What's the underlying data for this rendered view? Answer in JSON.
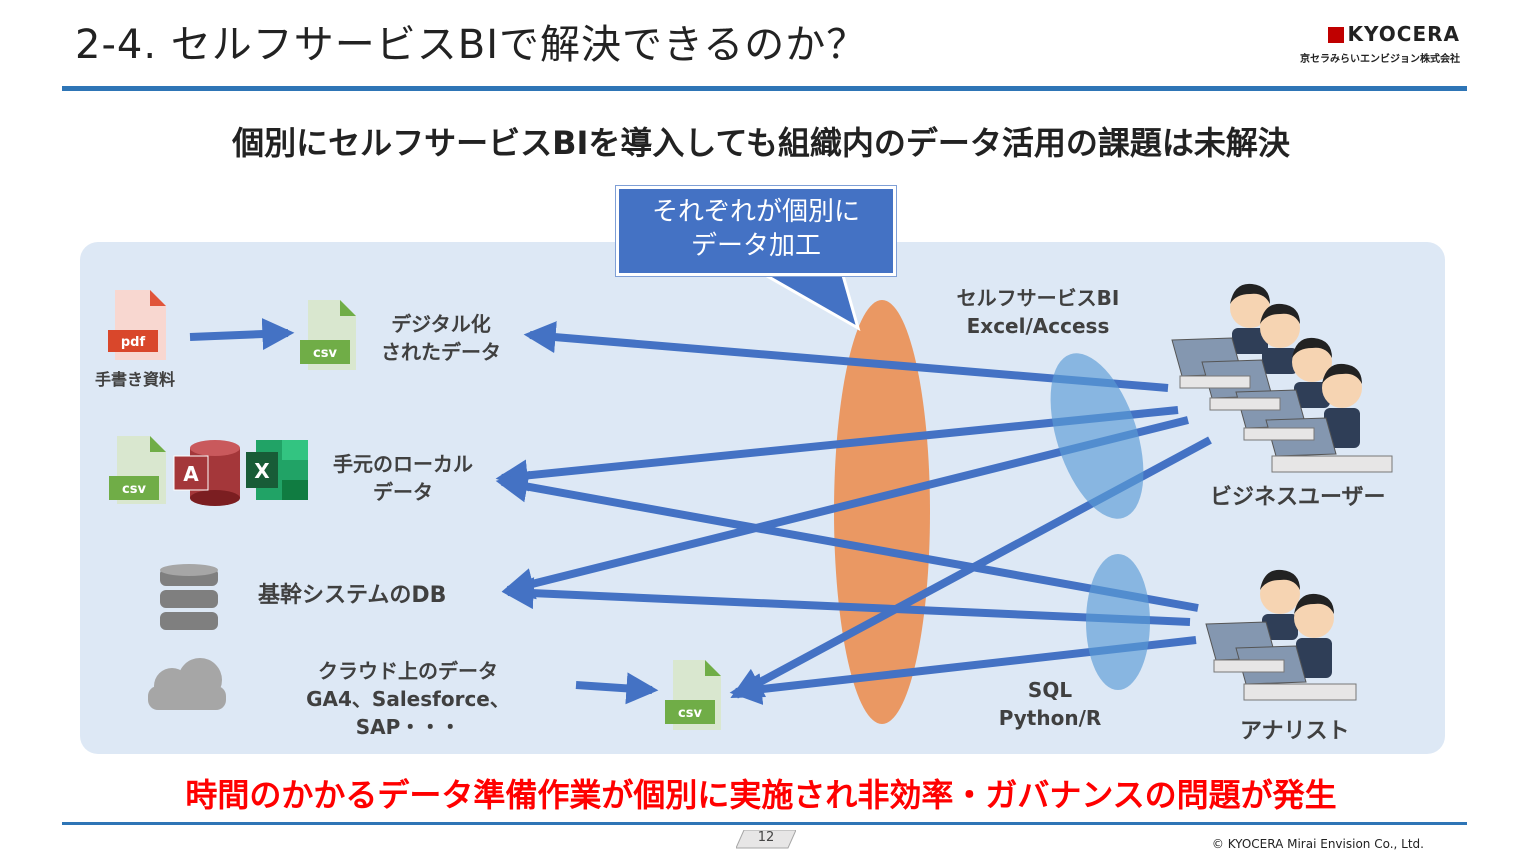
{
  "header": {
    "title": "2-4. セルフサービスBIで解決できるのか？",
    "brand_logo": "KYOCERA",
    "brand_sub": "京セラみらいエンビジョン株式会社"
  },
  "subtitle": "個別にセルフサービスBIを導入しても組織内のデータ活用の課題は未解決",
  "callout": {
    "line1": "それぞれが個別に",
    "line2": "データ加工"
  },
  "sources": {
    "handwritten": "手書き資料",
    "digitized_line1": "デジタル化",
    "digitized_line2": "されたデータ",
    "local_line1": "手元のローカル",
    "local_line2": "データ",
    "core_db": "基幹システムのDB",
    "cloud_line1": "クラウド上のデータ",
    "cloud_line2": "GA4、Salesforce、SAP・・・"
  },
  "file_labels": {
    "pdf": "pdf",
    "csv": "csv",
    "access": "A",
    "excel": "X"
  },
  "tools": {
    "bi_line1": "セルフサービスBI",
    "bi_line2": "Excel/Access",
    "sql_line1": "SQL",
    "sql_line2": "Python/R"
  },
  "users": {
    "business": "ビジネスユーザー",
    "analyst": "アナリスト"
  },
  "bottom_message": "時間のかかるデータ準備作業が個別に実施され非効率・ガバナンスの問題が発生",
  "footer": {
    "page_number": "12",
    "copyright": "© KYOCERA Mirai Envision Co., Ltd."
  },
  "colors": {
    "accent_blue": "#2e75b6",
    "arrow_blue": "#4472c4",
    "panel": "#dde8f5",
    "orange": "#ed7d31",
    "red": "#ff0000"
  }
}
